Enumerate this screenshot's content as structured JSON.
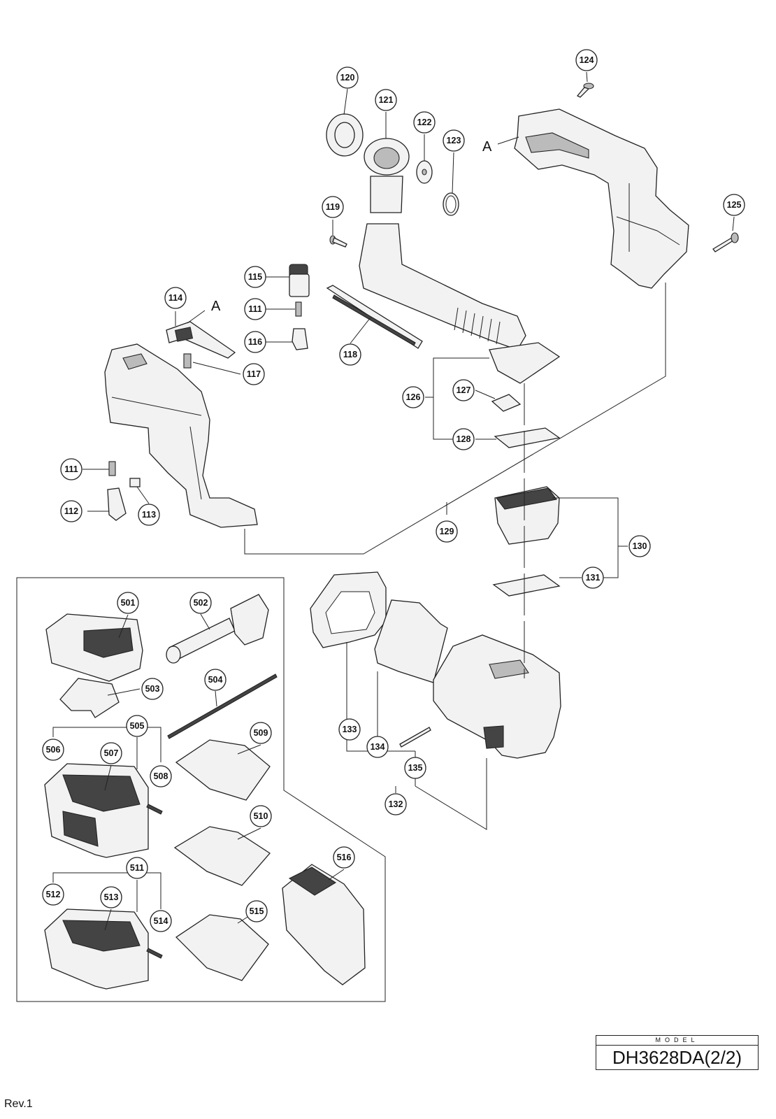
{
  "model": {
    "caption": "MODEL",
    "name": "DH3628DA(2/2)"
  },
  "revision": "Rev.1",
  "ref_labels": [
    "A",
    "A"
  ],
  "callouts": [
    "111",
    "111",
    "112",
    "113",
    "114",
    "115",
    "116",
    "117",
    "118",
    "119",
    "120",
    "121",
    "122",
    "123",
    "124",
    "125",
    "126",
    "127",
    "128",
    "129",
    "130",
    "131",
    "132",
    "133",
    "134",
    "135",
    "501",
    "502",
    "503",
    "504",
    "505",
    "506",
    "507",
    "508",
    "509",
    "510",
    "511",
    "512",
    "513",
    "514",
    "515",
    "516"
  ]
}
